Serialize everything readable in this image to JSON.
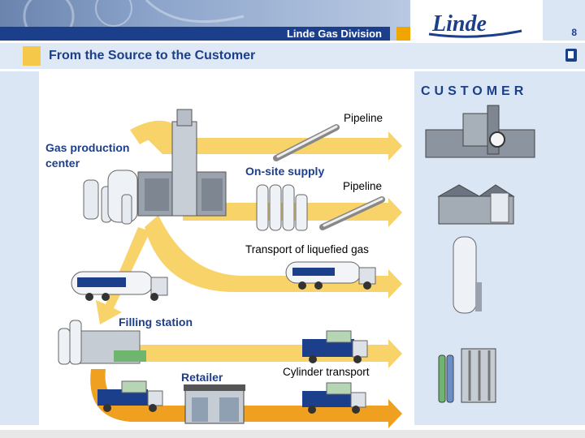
{
  "header": {
    "division": "Linde Gas Division",
    "logo": "Linde",
    "page_number": "8"
  },
  "title": "From the Source to the Customer",
  "labels": {
    "customer": "CUSTOMER",
    "gas_production_center": "Gas production center",
    "on_site_supply": "On-site supply",
    "pipeline_1": "Pipeline",
    "pipeline_2": "Pipeline",
    "transport_liquefied": "Transport of liquefied gas",
    "filling_station": "Filling station",
    "retailer": "Retailer",
    "cylinder_transport": "Cylinder transport"
  },
  "icons": [
    "document-icon",
    "factory-icon",
    "warehouse-icon",
    "storage-tank-icon",
    "gas-cylinders-icon",
    "tanker-truck-icon",
    "cylinder-truck-icon",
    "pipe-icon"
  ],
  "colors": {
    "brand_blue": "#1c3f8c",
    "arrow_yellow": "#f8d36a",
    "arrow_orange": "#f0a020",
    "panel_blue": "#dbe6f5"
  }
}
